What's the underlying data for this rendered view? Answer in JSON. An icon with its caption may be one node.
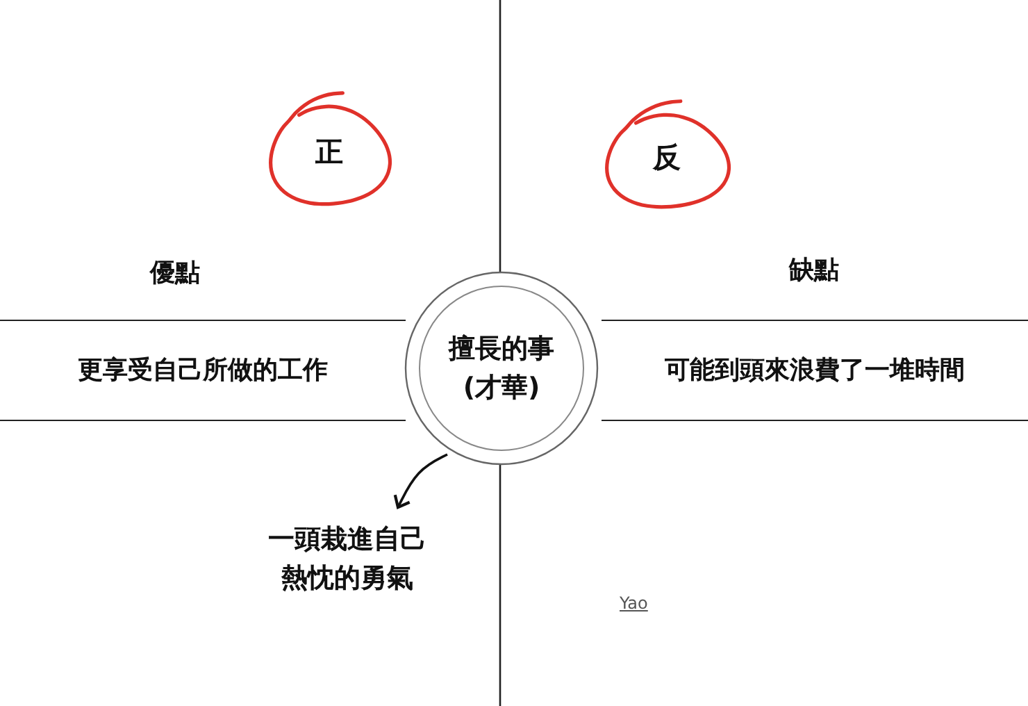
{
  "diagram": {
    "nodes": [
      {
        "text": [
          "擅長的事(才華)"
        ]
      },
      {
        "text": [
          "一頭栽進自己熱忱的勇氣"
        ]
      },
      {
        "text": [
          "正"
        ]
      },
      {
        "text": [
          "反"
        ]
      },
      {
        "text": [
          "更享受自己所做的工作"
        ]
      },
      {
        "text": [
          "可能到頭來浪費了一堆時間"
        ]
      }
    ],
    "edges": [
      {
        "from": 0,
        "to": 1,
        "arrow": "to"
      }
    ],
    "labels": [
      "優點",
      "缺點",
      "Yao"
    ]
  }
}
